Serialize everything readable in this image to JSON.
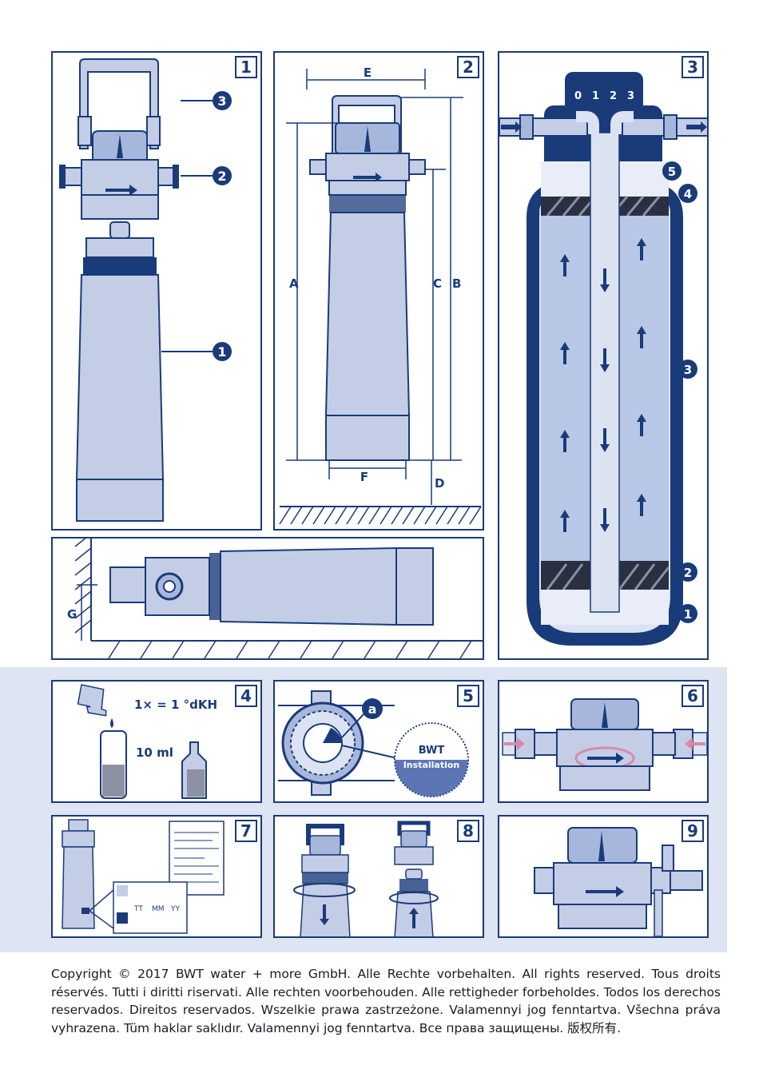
{
  "panels": {
    "p1": {
      "num": "1",
      "callouts": [
        "3",
        "2",
        "1"
      ]
    },
    "p2": {
      "num": "2",
      "dims": {
        "A": "A",
        "B": "B",
        "C": "C",
        "D": "D",
        "E": "E",
        "F": "F"
      }
    },
    "p3": {
      "num": "3",
      "dial": [
        "0",
        "1",
        "2",
        "3"
      ],
      "callouts": [
        "5",
        "4",
        "3",
        "2",
        "1"
      ]
    },
    "p_install": {
      "dim": "G"
    },
    "p4": {
      "num": "4",
      "drop_text": "1× = 1 °dKH",
      "volume_text": "10 ml"
    },
    "p5": {
      "num": "5",
      "callout": "a",
      "stamp_brand": "BWT",
      "stamp_label": "Installation"
    },
    "p6": {
      "num": "6"
    },
    "p7": {
      "num": "7",
      "date_fields": [
        "TT",
        "MM",
        "YY"
      ]
    },
    "p8": {
      "num": "8"
    },
    "p9": {
      "num": "9"
    }
  },
  "colors": {
    "navy": "#1a3b7a",
    "body": "#c3cde6",
    "accent": "#d88aa8",
    "band": "#dde4f2"
  },
  "footer": {
    "text": "Copyright © 2017 BWT water + more GmbH. Alle Rechte vorbehalten. All rights reserved. Tous droits réservés. Tutti i diritti riservati. Alle rechten voorbehouden. Alle rettigheder forbeholdes. Todos los derechos reservados. Direitos reservados. Wszelkie prawa zastrzeżone. Valamennyi jog fenntartva. Všechna práva vyhrazena. Tüm haklar saklıdır. Valamennyi jog fenntartva. Все права защищены. 版权所有."
  }
}
